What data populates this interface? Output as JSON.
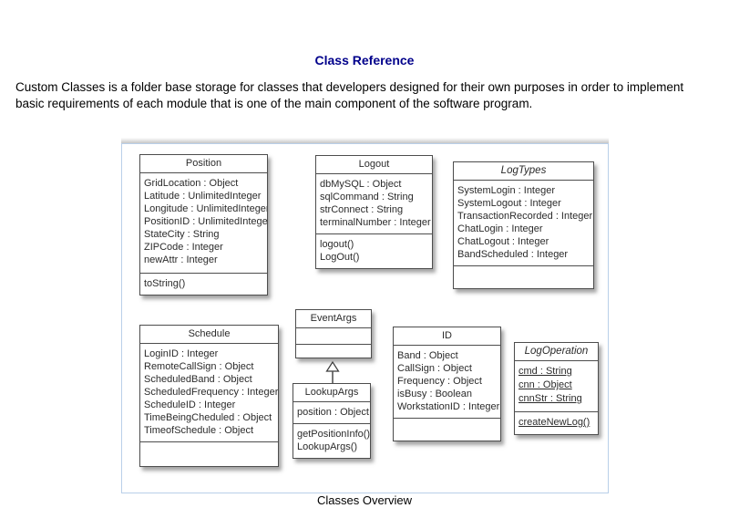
{
  "page": {
    "title": "Class Reference",
    "description": "Custom Classes is a folder base storage for classes that developers designed for their own purposes in order to implement basic requirements of each module that is one of the main component of the software program.",
    "caption": "Classes Overview"
  },
  "colors": {
    "heading": "#00008B",
    "diagram_border": "#b9cfe9",
    "box_border": "#4d4d4d"
  },
  "diagram": {
    "relationships": [
      {
        "type": "generalization",
        "from": "LookupArgs",
        "to": "EventArgs"
      }
    ]
  },
  "classes": [
    {
      "name": "Position",
      "abstract": false,
      "members_underlined": false,
      "attributes": [
        "GridLocation : Object",
        "Latitude : UnlimitedInteger",
        "Longitude : UnlimitedInteger",
        "PositionID : UnlimitedInteger",
        "StateCity : String",
        "ZIPCode : Integer",
        "newAttr : Integer"
      ],
      "methods": [
        "toString()"
      ]
    },
    {
      "name": "Logout",
      "abstract": false,
      "members_underlined": false,
      "attributes": [
        "dbMySQL : Object",
        "sqlCommand : String",
        "strConnect : String",
        "terminalNumber : Integer"
      ],
      "methods": [
        "logout()",
        "LogOut()"
      ]
    },
    {
      "name": "LogTypes",
      "abstract": true,
      "members_underlined": false,
      "attributes": [
        "SystemLogin : Integer",
        "SystemLogout : Integer",
        "TransactionRecorded : Integer",
        "ChatLogin : Integer",
        "ChatLogout : Integer",
        "BandScheduled : Integer"
      ],
      "methods": []
    },
    {
      "name": "Schedule",
      "abstract": false,
      "members_underlined": false,
      "attributes": [
        "LoginID : Integer",
        "RemoteCallSign : Object",
        "ScheduledBand : Object",
        "ScheduledFrequency : Integer",
        "ScheduleID : Integer",
        "TimeBeingCheduled : Object",
        "TimeofSchedule : Object"
      ],
      "methods": []
    },
    {
      "name": "EventArgs",
      "abstract": false,
      "members_underlined": false,
      "attributes": [],
      "methods": []
    },
    {
      "name": "LookupArgs",
      "abstract": false,
      "members_underlined": false,
      "attributes": [
        "position : Object"
      ],
      "methods": [
        "getPositionInfo()",
        "LookupArgs()"
      ]
    },
    {
      "name": "ID",
      "abstract": false,
      "members_underlined": false,
      "attributes": [
        "Band : Object",
        "CallSign : Object",
        "Frequency : Object",
        "isBusy : Boolean",
        "WorkstationID : Integer"
      ],
      "methods": []
    },
    {
      "name": "LogOperation",
      "abstract": true,
      "members_underlined": true,
      "attributes": [
        "cmd : String",
        "cnn : Object",
        "cnnStr : String"
      ],
      "methods": [
        "createNewLog()"
      ]
    }
  ]
}
